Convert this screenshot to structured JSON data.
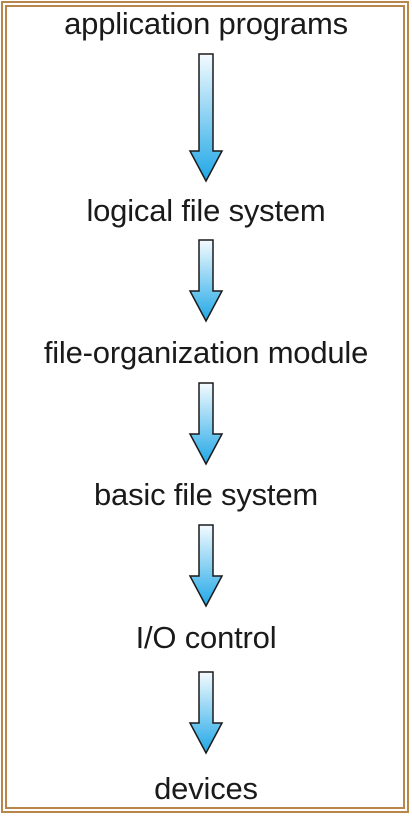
{
  "diagram": {
    "layers": [
      {
        "label": "application programs"
      },
      {
        "label": "logical file system"
      },
      {
        "label": "file-organization module"
      },
      {
        "label": "basic file system"
      },
      {
        "label": "I/O control"
      },
      {
        "label": "devices"
      }
    ],
    "colors": {
      "frame": "#b8864a",
      "arrow_top": "#f4fbff",
      "arrow_bottom": "#1fa7e6",
      "arrow_stroke": "#1a1a1a",
      "text": "#1a1a1a"
    }
  }
}
